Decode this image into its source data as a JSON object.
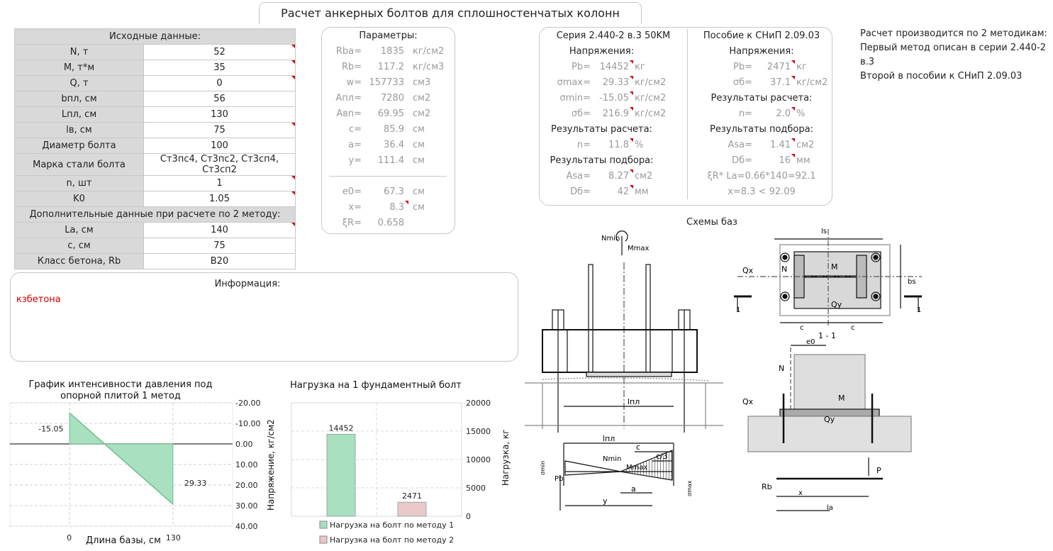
{
  "title": "Расчет анкерных болтов для сплошностенчатых колонн",
  "inputs": {
    "header": "Исходные данные:",
    "rows": [
      {
        "label": "N, т",
        "value": "52"
      },
      {
        "label": "M, т*м",
        "value": "35"
      },
      {
        "label": "Q, т",
        "value": "0"
      },
      {
        "label": "bпл, см",
        "value": "56"
      },
      {
        "label": "Lпл, см",
        "value": "130"
      },
      {
        "label": "lв, см",
        "value": "75"
      },
      {
        "label": "Диаметр болта",
        "value": "100"
      },
      {
        "label": "Марка стали болта",
        "value": "Ст3пс4, Ст3пс2, Ст3сп4, Ст3сп2"
      },
      {
        "label": "n, шт",
        "value": "1"
      },
      {
        "label": "K0",
        "value": "1.05"
      }
    ],
    "section2": "Дополнительные данные при расчете по 2 методу:",
    "rows2": [
      {
        "label": "La, см",
        "value": "140"
      },
      {
        "label": "c, см",
        "value": "75"
      },
      {
        "label": "Класс бетона, Rb",
        "value": "B20"
      }
    ]
  },
  "params": {
    "title": "Параметры:",
    "rows": [
      {
        "k": "Rba=",
        "v": "1835",
        "u": "кг/см2"
      },
      {
        "k": "Rb=",
        "v": "117.2",
        "u": "кг/см3"
      },
      {
        "k": "w=",
        "v": "157733",
        "u": "см3"
      },
      {
        "k": "Aпл=",
        "v": "7280",
        "u": "см2"
      },
      {
        "k": "Aвn=",
        "v": "69.95",
        "u": "см2"
      },
      {
        "k": "c=",
        "v": "85.9",
        "u": "см"
      },
      {
        "k": "a=",
        "v": "36.4",
        "u": "см"
      },
      {
        "k": "y=",
        "v": "111.4",
        "u": "см"
      }
    ],
    "rows2": [
      {
        "k": "e0=",
        "v": "67.3",
        "u": "см"
      },
      {
        "k": "x=",
        "v": "8.3",
        "u": "см"
      },
      {
        "k": "ξR=",
        "v": "0.658",
        "u": ""
      }
    ]
  },
  "series": {
    "title": "Серия 2.440-2 в.3 50KM",
    "stress_h": "Напряжения:",
    "stress": [
      {
        "k": "Pb=",
        "v": "14452",
        "u": "кг"
      },
      {
        "k": "σmax=",
        "v": "29.33",
        "u": "кг/см2"
      },
      {
        "k": "σmin=",
        "v": "-15.05",
        "u": "кг/см2"
      },
      {
        "k": "σб=",
        "v": "216.9",
        "u": "кг/см2"
      }
    ],
    "results_h": "Результаты расчета:",
    "n": {
      "k": "n=",
      "v": "11.8",
      "u": "%"
    },
    "select_h": "Результаты подбора:",
    "select": [
      {
        "k": "Asa=",
        "v": "8.27",
        "u": "см2"
      },
      {
        "k": "Dб=",
        "v": "42",
        "u": "мм"
      }
    ]
  },
  "snip": {
    "title": "Пособие к СНиП 2.09.03",
    "stress_h": "Напряжения:",
    "stress": [
      {
        "k": "Pb=",
        "v": "2471",
        "u": "кг"
      },
      {
        "k": "σб=",
        "v": "37.1",
        "u": "кг/см2"
      }
    ],
    "results_h": "Результаты расчета:",
    "n": {
      "k": "n=",
      "v": "2.0",
      "u": "%"
    },
    "select_h": "Результаты подбора:",
    "select": [
      {
        "k": "Asa=",
        "v": "1.41",
        "u": "см2"
      },
      {
        "k": "Dб=",
        "v": "16",
        "u": "мм"
      }
    ],
    "check1": "ξR* La=0.66*140=92.1",
    "check2": "x=8.3 < 92.09"
  },
  "notes": [
    "Расчет производится по 2 методикам:",
    "Первый метод описан в серии 2.440-2 в.3",
    "Второй в пособии к СНиП 2.09.03"
  ],
  "info": {
    "title": "Информация:",
    "text": "кзбетона"
  },
  "schemes_title": "Схемы баз",
  "diagram_labels": {
    "nmin": "Nmin",
    "mmax": "Mmax",
    "lpl": "lпл",
    "c": "c",
    "c3": "c/3",
    "a": "a",
    "y": "y",
    "pb": "Pb",
    "smin": "σmin",
    "smax": "σmax",
    "ls": "ls",
    "bs": "bs",
    "qx": "Qx",
    "qy": "Qy",
    "n": "N",
    "m": "M",
    "one": "1",
    "sec": "1 - 1",
    "e0": "e0",
    "p": "P",
    "rb": "Rb",
    "x": "x",
    "la": "la"
  },
  "chart1": {
    "title": "График интенсивности давления под опорной плитой 1 метод",
    "chart_data": {
      "type": "area",
      "x": [
        0,
        130
      ],
      "y": [
        -15.05,
        29.33
      ],
      "xlabel": "Длина базы, см",
      "ylabel": "Напряжение, кг/см2",
      "ylim": [
        -20,
        40
      ],
      "yticks": [
        "-20.00",
        "-10.00",
        "0.00",
        "10.00",
        "20.00",
        "30.00",
        "40.00"
      ],
      "xticks": [
        "0",
        "130"
      ],
      "data_labels": [
        "-15.05",
        "29.33"
      ],
      "y_inverted": true,
      "color": "#a8e0c0"
    }
  },
  "chart2": {
    "title": "Нагрузка на 1 фундаментный болт",
    "chart_data": {
      "type": "bar",
      "categories": [
        "Нагрузка на болт по методу 1",
        "Нагрузка на болт по методу 2"
      ],
      "values": [
        14452,
        2471
      ],
      "data_labels": [
        "14452",
        "2471"
      ],
      "ylabel": "Нагрузка, кг",
      "ylim": [
        0,
        20000
      ],
      "yticks": [
        "0",
        "5000",
        "10000",
        "15000",
        "20000"
      ],
      "colors": [
        "#a8e0c0",
        "#ebc8c8"
      ],
      "legend": "bottom"
    }
  }
}
